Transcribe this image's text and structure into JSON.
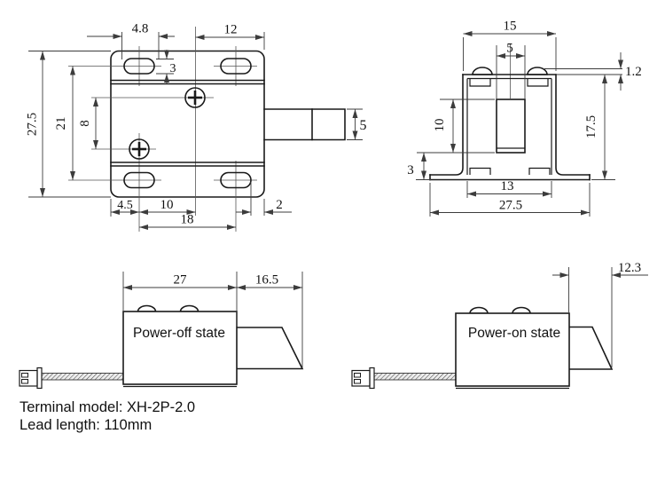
{
  "drawing_title": "solenoid-lock-technical-drawing",
  "colors": {
    "background": "#ffffff",
    "line": "#1a1a1a",
    "dimension": "#3c3c3c",
    "text": "#111111"
  },
  "front_view": {
    "dims": {
      "slot_width": "4.8",
      "right_offset": "12",
      "slot_height": "3",
      "overall_height": "27.5",
      "hole_spacing_v": "21",
      "screw_spacing": "8",
      "left_margin": "4.5",
      "center_offset": "10",
      "hole_spacing_h": "18",
      "edge_gap": "2",
      "latch_height": "5"
    }
  },
  "side_view": {
    "dims": {
      "top_width": "15",
      "bolt_width": "5",
      "head_height": "1.2",
      "bolt_travel": "10",
      "height": "17.5",
      "base_gap": "3",
      "inner_width": "13",
      "overall_width": "27.5"
    }
  },
  "power_off_view": {
    "label": "Power-off state",
    "dims": {
      "body_length": "27",
      "latch_extension": "16.5"
    }
  },
  "power_on_view": {
    "label": "Power-on state",
    "dims": {
      "latch_extension": "12.3"
    }
  },
  "notes": {
    "terminal": "Terminal model: XH-2P-2.0",
    "lead": "Lead length: 110mm"
  }
}
